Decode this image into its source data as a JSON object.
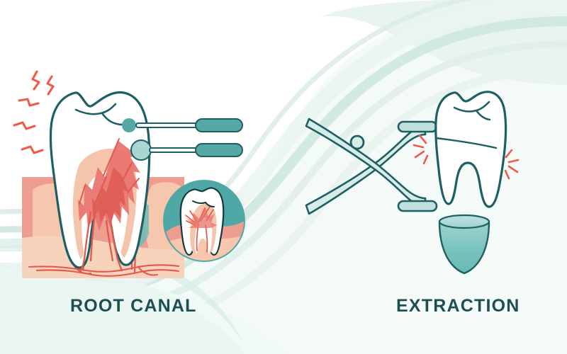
{
  "illustration": {
    "title_left": "ROOT CANAL",
    "title_right": "EXTRACTION",
    "background_color": "#ffffff",
    "colors": {
      "outline_teal": "#1d5f63",
      "caption_text": "#1d4f52",
      "wave_light": "#e4f0ed",
      "wave_mid": "#cfe5e0",
      "wave_pale": "#f1f8f6",
      "gum_peach_light": "#f7d0b8",
      "gum_pink": "#ee9d91",
      "dentin_peach": "#f4c4ab",
      "pulp_red": "#e8635c",
      "pulp_rose": "#e8857f",
      "pain_red": "#ef5a4c",
      "instrument_teal": "#55a8a4",
      "instrument_light": "#a9d6d3",
      "inset_circle_teal": "#4fa8a6",
      "extracted_tooth_teal": "#6fbcb8",
      "tooth_white": "#ffffff"
    }
  },
  "left_panel": {
    "name": "root-canal-illustration",
    "label": "ROOT CANAL",
    "elements": {
      "gum_block_label": "gum-tissue-block",
      "tooth_label": "molar-tooth-cross-section",
      "pain_lines_count": 5,
      "instruments_count": 2,
      "inset_label": "healthy-tooth-inset"
    }
  },
  "right_panel": {
    "name": "extraction-illustration",
    "label": "EXTRACTION",
    "elements": {
      "forceps_label": "extraction-forceps",
      "tooth_label": "molar-tooth-outline",
      "pain_marks_count": 2,
      "tray_label": "extraction-tray"
    }
  }
}
